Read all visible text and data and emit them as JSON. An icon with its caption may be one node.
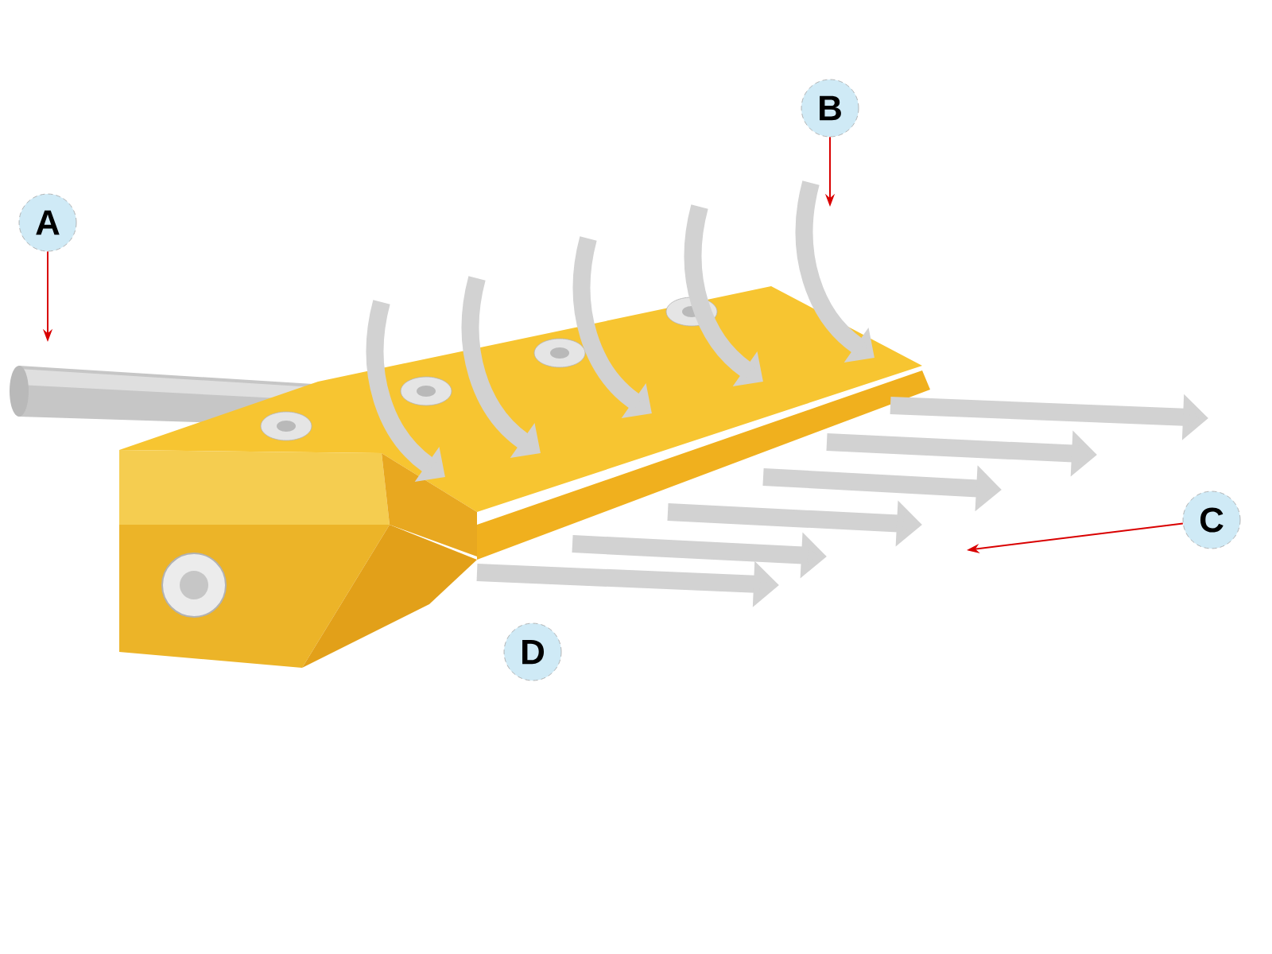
{
  "diagram": {
    "nodes": [
      {
        "text": [
          "A"
        ]
      },
      {
        "text": [
          "B"
        ]
      },
      {
        "text": [
          "C"
        ]
      },
      {
        "text": [
          "D"
        ]
      }
    ],
    "edges": [
      {
        "from": 0,
        "to": null,
        "arrow": "to"
      },
      {
        "from": 1,
        "to": null,
        "arrow": "to"
      },
      {
        "from": 2,
        "to": null,
        "arrow": "to"
      }
    ]
  }
}
